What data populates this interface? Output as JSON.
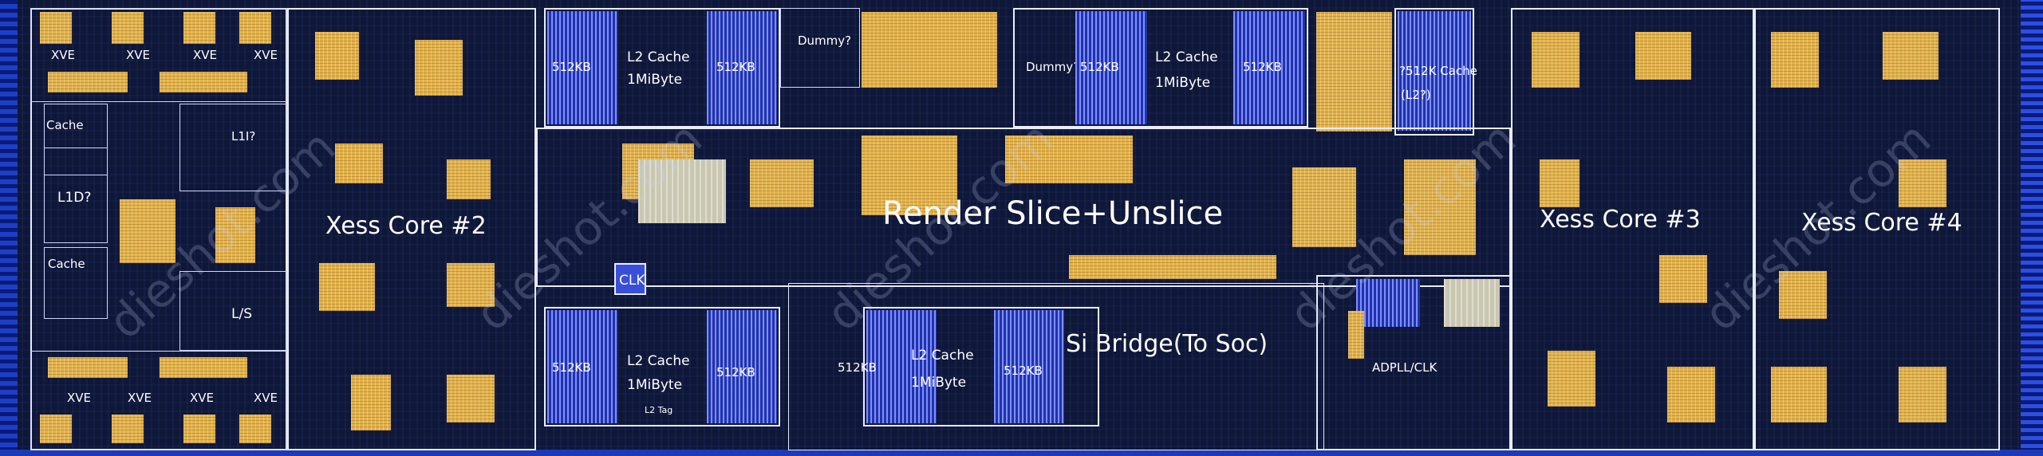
{
  "image_type": "die-shot",
  "labels": {
    "xve_top": [
      "XVE",
      "XVE",
      "XVE",
      "XVE"
    ],
    "xve_bottom": [
      "XVE",
      "XVE",
      "XVE",
      "XVE"
    ],
    "cache_top": "Cache",
    "l1i": "L1I?",
    "l1d": "L1D?",
    "cache_bottom": "Cache",
    "ls": "L/S",
    "xess2": "Xess Core #2",
    "xess3": "Xess Core #3",
    "xess4": "Xess Core #4",
    "l2_top_left": {
      "left": "512KB",
      "title": "L2 Cache",
      "size": "1MiByte",
      "right": "512KB"
    },
    "l2_top_mid": {
      "left": "512KB",
      "title": "L2 Cache",
      "size": "1MiByte",
      "right": "512KB"
    },
    "l2_bot_left": {
      "left": "512KB",
      "title": "L2 Cache",
      "size": "1MiByte",
      "right": "512KB",
      "tag": "L2 Tag"
    },
    "l2_bot_mid": {
      "left": "512KB",
      "title": "L2 Cache",
      "size": "1MiByte",
      "right": "512KB"
    },
    "dummy1": "Dummy?",
    "dummy2": "Dummy?",
    "l2_512k_line1": "?512K Cache",
    "l2_512k_line2": "(L2?)",
    "render": "Render Slice+Unslice",
    "clk": "CLK",
    "si_bridge": "Si Bridge(To Soc)",
    "adpll": "ADPLL/CLK"
  },
  "watermark": "dieshot.com",
  "colors": {
    "logic_gold": "#e3b34c",
    "sram_blue": "#3a4fd8",
    "border": "#e8ecff",
    "background": "#0f1738"
  }
}
